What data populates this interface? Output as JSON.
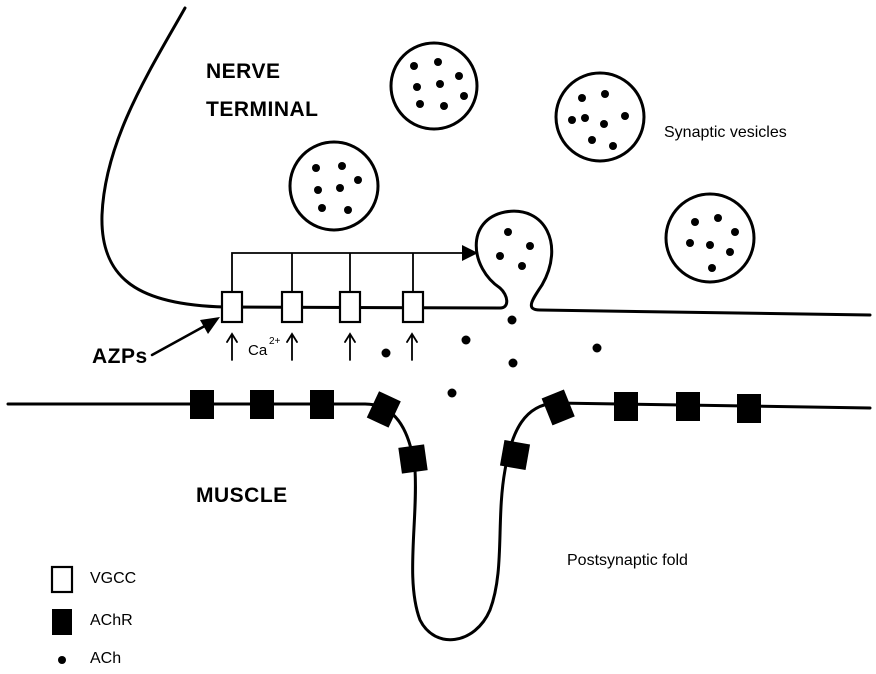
{
  "labels": {
    "nerve_line1": "NERVE",
    "nerve_line2": "TERMINAL",
    "synaptic_vesicles": "Synaptic vesicles",
    "azps": "AZPs",
    "ca": "Ca",
    "ca_sup": "2+",
    "muscle": "MUSCLE",
    "postsynaptic_fold": "Postsynaptic fold"
  },
  "legend": [
    {
      "symbol": "open-square",
      "label": "VGCC"
    },
    {
      "symbol": "filled-square",
      "label": "AChR"
    },
    {
      "symbol": "dot",
      "label": "ACh"
    }
  ],
  "colors": {
    "ink": "#000000",
    "background": "#ffffff"
  }
}
